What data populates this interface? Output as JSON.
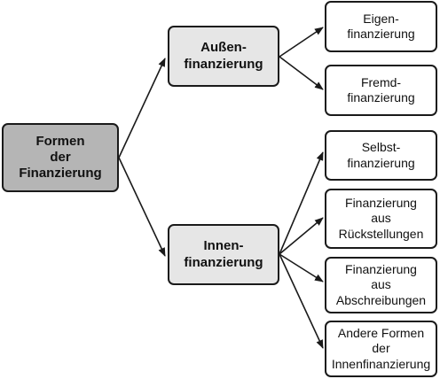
{
  "diagram": {
    "root": {
      "label": "Formen\nder\nFinanzierung"
    },
    "branches": [
      {
        "label": "Außen-\nfinanzierung",
        "children": [
          "Eigen-\nfinanzierung",
          "Fremd-\nfinanzierung"
        ]
      },
      {
        "label": "Innen-\nfinanzierung",
        "children": [
          "Selbst-\nfinanzierung",
          "Finanzierung\naus\nRückstellungen",
          "Finanzierung\naus\nAbschreibungen",
          "Andere Formen\nder\nInnenfinanzierung"
        ]
      }
    ],
    "colors": {
      "root_fill": "#b5b5b5",
      "branch_fill": "#e6e6e6",
      "leaf_fill": "#ffffff",
      "stroke": "#1a1a1a"
    }
  }
}
